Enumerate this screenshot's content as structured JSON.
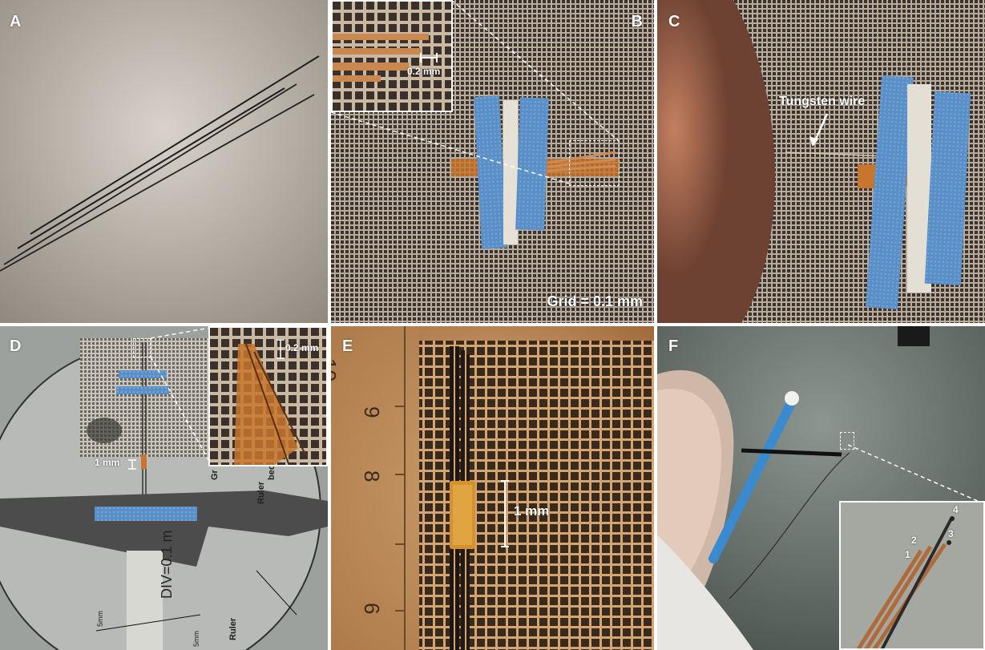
{
  "panels": {
    "a": {
      "label": "A"
    },
    "b": {
      "label": "B",
      "inset_scale": "0.2 mm",
      "grid_note": "Grid = 0.1 mm"
    },
    "c": {
      "label": "C",
      "wire_label": "Tungsten wire"
    },
    "d": {
      "label": "D",
      "inset_scale": "0.2 mm",
      "scale_label": "1 mm",
      "ruler_text_1": "DIV=0.1 m",
      "ruler_text_2": "5mm",
      "ruler_text_3": "5mm",
      "ruler_text_4": "Ruler",
      "ruler_text_5": "Ruler",
      "ruler_text_6": "Gr",
      "ruler_text_7": "bed"
    },
    "e": {
      "label": "E",
      "scale_label": "1 mm",
      "ruler_10": "10",
      "ruler_9": "9",
      "ruler_8": "8",
      "ruler_6": "6"
    },
    "f": {
      "label": "F",
      "lead_1": "1",
      "lead_2": "2",
      "lead_3": "3",
      "lead_4": "4"
    }
  },
  "colors": {
    "tape_blue": "#5a8fc8",
    "kapton": "#c8762e",
    "copper": "#b06a3a",
    "grid_dark": "#2b2522"
  }
}
